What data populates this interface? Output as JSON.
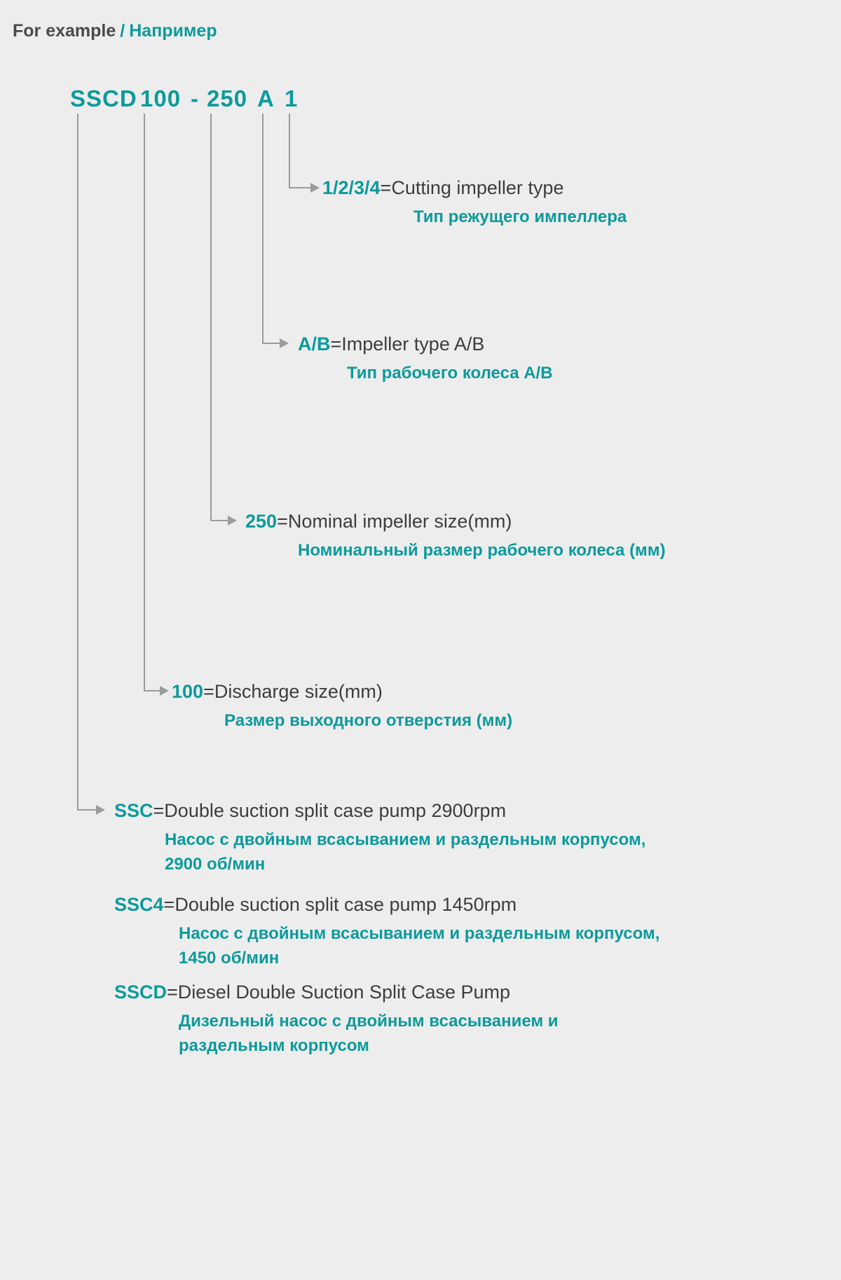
{
  "header": {
    "en": "For example",
    "sep": "/",
    "ru": "Например"
  },
  "model_code": {
    "segments": [
      "SSCD",
      "100",
      "-",
      "250",
      "A",
      "1"
    ]
  },
  "colors": {
    "teal": "#0d9a9c",
    "dark_text": "#3d3d3d",
    "line_gray": "#9b9b9b",
    "background": "#ededed"
  },
  "entries": [
    {
      "code": "1/2/3/4",
      "en": "=Cutting impeller type",
      "ru": "Тип режущего импеллера"
    },
    {
      "code": "A/B",
      "en": "=Impeller type A/B",
      "ru": "Тип рабочего колеса А/В"
    },
    {
      "code": "250",
      "en": "=Nominal impeller size(mm)",
      "ru": "Номинальный размер рабочего колеса (мм)"
    },
    {
      "code": "100",
      "en": "=Discharge size(mm)",
      "ru": "Размер выходного отверстия (мм)"
    },
    {
      "code": "SSC",
      "en": "=Double suction split case pump 2900rpm",
      "ru": "Насос с двойным всасыванием и раздельным корпусом,\n2900 об/мин"
    },
    {
      "code": "SSC4",
      "en": "=Double suction split case pump 1450rpm",
      "ru": "Насос с двойным всасыванием и раздельным корпусом,\n1450 об/мин"
    },
    {
      "code": "SSCD",
      "en": "=Diesel Double Suction Split Case Pump",
      "ru": "Дизельный насос с двойным всасыванием и\nраздельным корпусом"
    }
  ]
}
